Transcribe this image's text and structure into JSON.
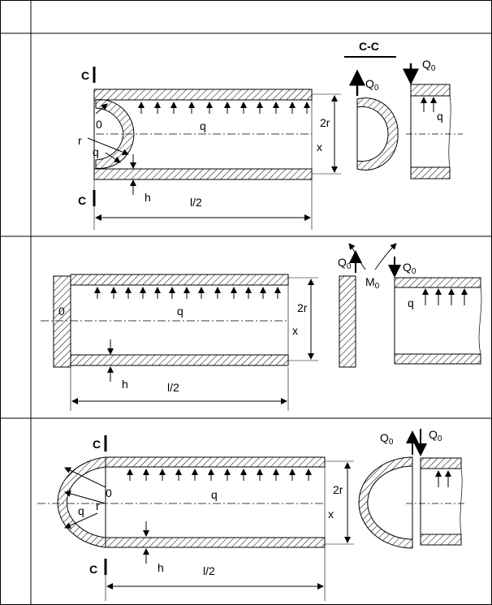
{
  "section_label": "C-C",
  "labels": {
    "C": "C",
    "q": "q",
    "Q0": "Q",
    "zero": "0",
    "M0": "M",
    "sub0": "0",
    "h": "h",
    "two_r": "2r",
    "x": "x",
    "r": "r",
    "half_l": "l/2",
    "origin": "0"
  },
  "colors": {
    "line": "#000000",
    "hatch": "#000000"
  }
}
